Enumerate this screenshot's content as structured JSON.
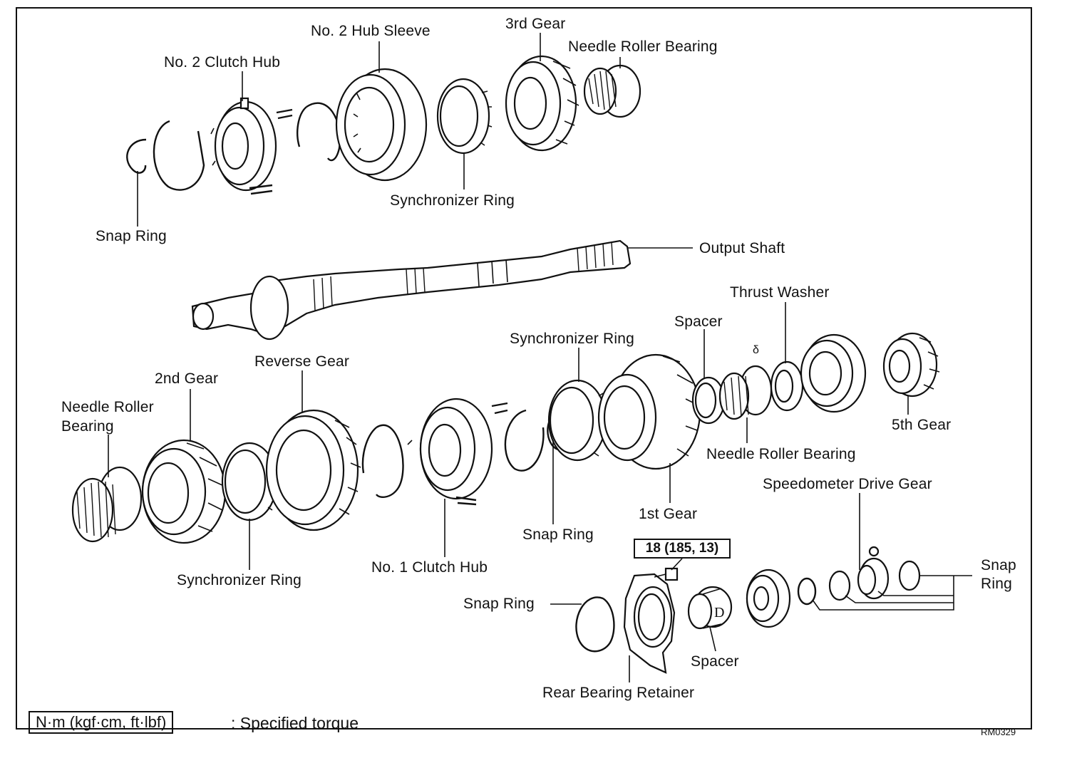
{
  "labels": {
    "no2_clutch_hub": "No. 2 Clutch Hub",
    "no2_hub_sleeve": "No. 2 Hub Sleeve",
    "third_gear": "3rd Gear",
    "needle_roller_bearing_top": "Needle Roller Bearing",
    "snap_ring_top": "Snap Ring",
    "synchronizer_ring_top": "Synchronizer Ring",
    "output_shaft": "Output Shaft",
    "thrust_washer": "Thrust Washer",
    "spacer_upper": "Spacer",
    "synchronizer_ring_mid": "Synchronizer Ring",
    "reverse_gear": "Reverse Gear",
    "second_gear": "2nd Gear",
    "needle_roller_bearing_left": "Needle Roller Bearing",
    "fifth_gear": "5th Gear",
    "needle_roller_bearing_right": "Needle Roller Bearing",
    "speedometer_drive_gear": "Speedometer Drive Gear",
    "first_gear": "1st Gear",
    "snap_ring_mid": "Snap Ring",
    "synchronizer_ring_bottom": "Synchronizer Ring",
    "no1_clutch_hub": "No. 1 Clutch Hub",
    "snap_ring_right": "Snap Ring",
    "snap_ring_lower": "Snap Ring",
    "spacer_lower": "Spacer",
    "rear_bearing_retainer": "Rear Bearing Retainer",
    "ball_mark": "δ"
  },
  "torque_value": "18 (185, 13)",
  "legend": {
    "units": "N·m (kgf·cm, ft·lbf)",
    "text": ":  Specified torque"
  },
  "figure_code": "RM0329"
}
